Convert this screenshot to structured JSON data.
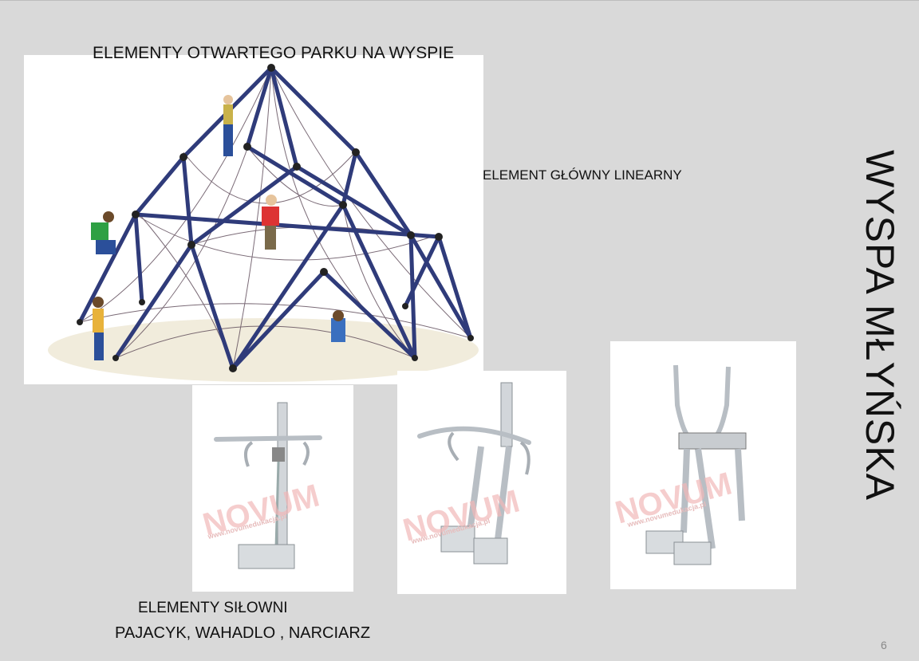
{
  "slide": {
    "heading_park": "ELEMENTY OTWARTEGO PARKU NA WYSPIE",
    "heading_main": "ELEMENT GŁÓWNY LINEARNY",
    "side_title": "WYSPA MŁYŃSKA",
    "gym_title": "ELEMENTY SIŁOWNI",
    "gym_list": "PAJACYK, WAHADLO , NARCIARZ",
    "page_number": "6"
  },
  "images": [
    {
      "name": "climbing-pyramid-net"
    },
    {
      "name": "gym-pajacyk",
      "watermark": "NOVUM",
      "watermark_url": "www.novumedukacja.pl"
    },
    {
      "name": "gym-wahadlo",
      "watermark": "NOVUM",
      "watermark_url": "www.novumedukacja.pl"
    },
    {
      "name": "gym-narciarz",
      "watermark": "NOVUM",
      "watermark_url": "www.novumedukacja.pl"
    }
  ],
  "colors": {
    "background": "#d9d9d9",
    "frame": "#2f3b7a",
    "net": "#4a3a4a"
  }
}
